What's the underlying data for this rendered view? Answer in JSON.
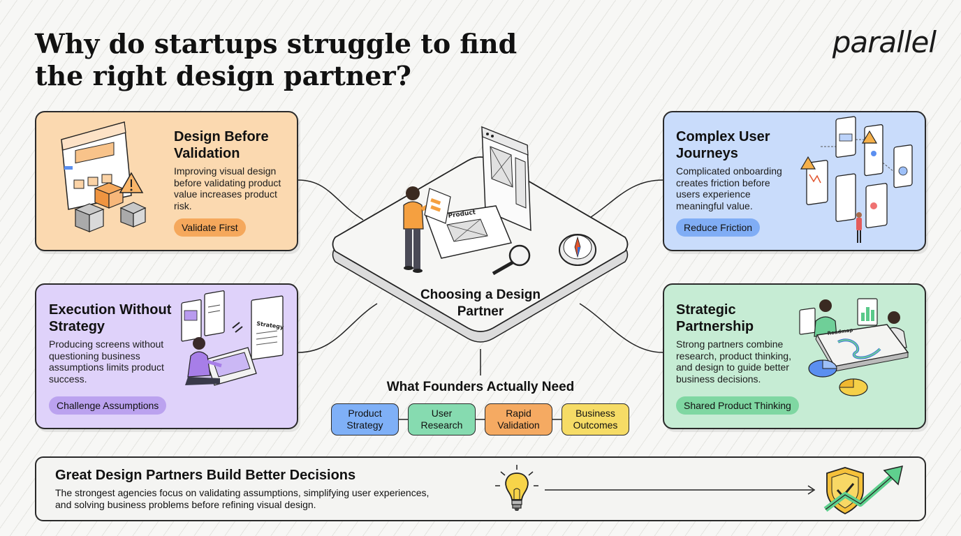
{
  "header": {
    "title": "Why do startups struggle to find the right design partner?",
    "logo": "parallel"
  },
  "cards": [
    {
      "id": "design-before-validation",
      "title": "Design Before Validation",
      "description": "Improving visual design before validating product value increases product risk.",
      "badge": "Validate First",
      "color": "#fbd9b0"
    },
    {
      "id": "complex-user-journeys",
      "title": "Complex User Journeys",
      "description": "Complicated onboarding creates friction before users experience meaningful value.",
      "badge": "Reduce Friction",
      "color": "#c9dcfb"
    },
    {
      "id": "execution-without-strategy",
      "title": "Execution Without Strategy",
      "description": "Producing screens without questioning business assumptions limits product success.",
      "badge": "Challenge Assumptions",
      "color": "#dfd2fa"
    },
    {
      "id": "strategic-partnership",
      "title": "Strategic Partnership",
      "description": "Strong partners combine research, product thinking, and design to guide better business decisions.",
      "badge": "Shared Product Thinking",
      "color": "#c6ecd4"
    }
  ],
  "center": {
    "label": "Choosing a Design Partner"
  },
  "needs": {
    "title": "What Founders Actually Need",
    "items": [
      {
        "line1": "Product",
        "line2": "Strategy",
        "color": "#7fb0f7"
      },
      {
        "line1": "User",
        "line2": "Research",
        "color": "#86dbb0"
      },
      {
        "line1": "Rapid",
        "line2": "Validation",
        "color": "#f5aa62"
      },
      {
        "line1": "Business",
        "line2": "Outcomes",
        "color": "#f6dc66"
      }
    ]
  },
  "footer": {
    "title": "Great Design Partners Build Better Decisions",
    "description": "The strongest agencies focus on validating assumptions, simplifying user experiences, and solving business problems before refining visual design."
  }
}
